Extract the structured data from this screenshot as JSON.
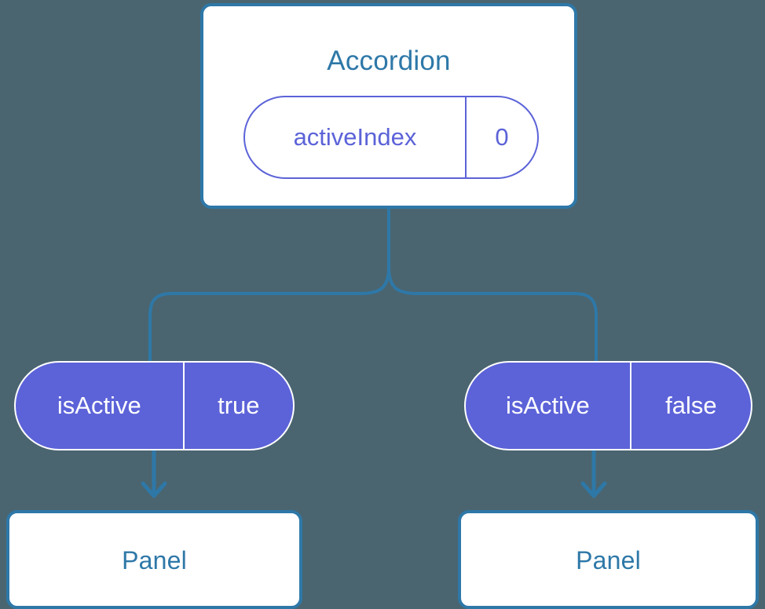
{
  "diagram": {
    "type": "component-tree",
    "background_color": "#4a6570",
    "accent_blue": "#2e78a8",
    "accent_indigo": "#5c63d8",
    "root": {
      "title": "Accordion",
      "prop": {
        "key": "activeIndex",
        "value": "0"
      }
    },
    "branches": [
      {
        "prop": {
          "key": "isActive",
          "value": "true"
        },
        "child": {
          "title": "Panel"
        }
      },
      {
        "prop": {
          "key": "isActive",
          "value": "false"
        },
        "child": {
          "title": "Panel"
        }
      }
    ]
  }
}
